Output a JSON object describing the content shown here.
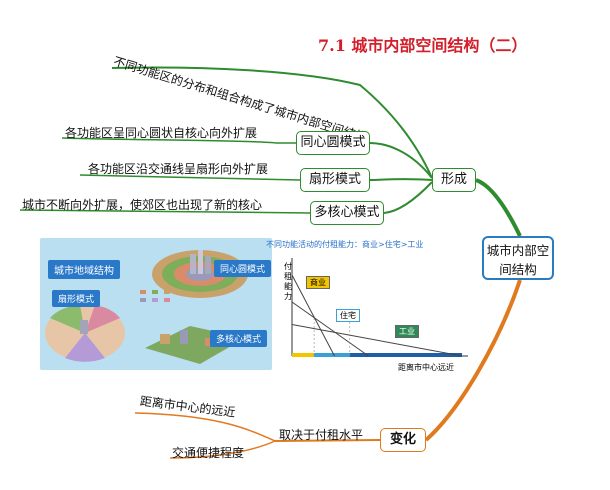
{
  "title": "7.1 城市内部空间结构（二）",
  "center_node": "城市内部空间结构",
  "formation": {
    "node": "形成",
    "intro": "不同功能区的分布和组合构成了城市内部空间结构",
    "models": [
      {
        "name": "同心圆模式",
        "desc": "各功能区呈同心圆状自核心向外扩展"
      },
      {
        "name": "扇形模式",
        "desc": "各功能区沿交通线呈扇形向外扩展"
      },
      {
        "name": "多核心模式",
        "desc": "城市不断向外扩展，使郊区也出现了新的核心"
      }
    ]
  },
  "change": {
    "node": "变化",
    "factor": "取决于付租水平",
    "sub": [
      "距离市中心的远近",
      "交通便捷程度"
    ]
  },
  "illustration": {
    "panel_title": "城市地域结构",
    "labels": [
      "同心圆模式",
      "扇形模式",
      "多核心模式"
    ]
  },
  "chart_data": {
    "type": "line",
    "title": "不同功能活动的付租能力：商业>住宅>工业",
    "xlabel": "距离市中心远近",
    "ylabel": "付租能力",
    "series": [
      {
        "name": "商业",
        "points": [
          [
            0,
            90
          ],
          [
            25,
            0
          ]
        ]
      },
      {
        "name": "住宅",
        "points": [
          [
            0,
            60
          ],
          [
            45,
            0
          ]
        ]
      },
      {
        "name": "工业",
        "points": [
          [
            0,
            35
          ],
          [
            100,
            0
          ]
        ]
      }
    ],
    "zones": [
      {
        "label": "商业",
        "range": [
          0,
          13
        ],
        "color": "#f2c500"
      },
      {
        "label": "住宅",
        "range": [
          13,
          34
        ],
        "color": "#3aa0d8"
      },
      {
        "label": "工业",
        "range": [
          34,
          100
        ],
        "color": "#1e5fa8"
      }
    ],
    "colors": {
      "商业": "#f2c500",
      "住宅": "#3aa0d8",
      "工业": "#2e8b57"
    }
  },
  "colors": {
    "green": "#2e8b2e",
    "orange": "#e07a1f",
    "blue": "#2c7bbf",
    "title": "#d21f2b"
  }
}
